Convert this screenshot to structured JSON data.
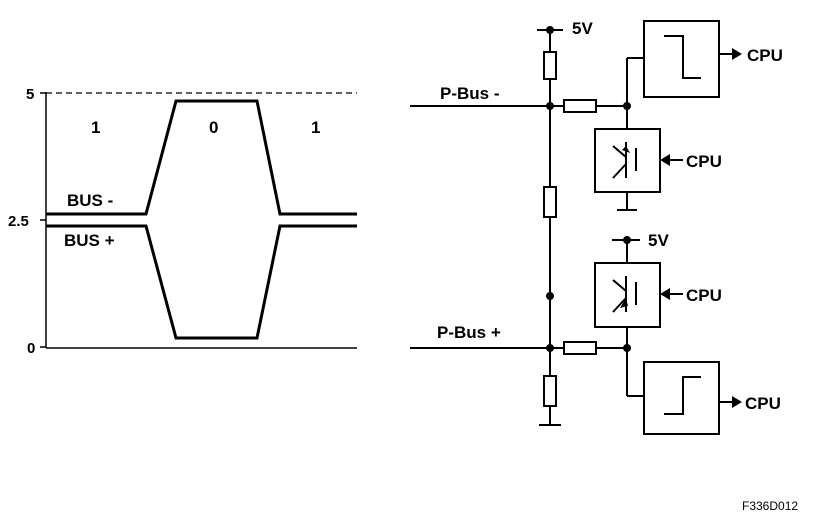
{
  "waveform": {
    "y_ticks": [
      "5",
      "2.5",
      "0"
    ],
    "bits": [
      "1",
      "0",
      "1"
    ],
    "bus_minus_label": "BUS -",
    "bus_plus_label": "BUS +"
  },
  "circuit": {
    "supply_top": "5V",
    "supply_mid": "5V",
    "pbus_minus": "P-Bus -",
    "pbus_plus": "P-Bus +",
    "cpu_labels": [
      "CPU",
      "CPU",
      "CPU",
      "CPU"
    ]
  },
  "figure_code": "F336D012"
}
